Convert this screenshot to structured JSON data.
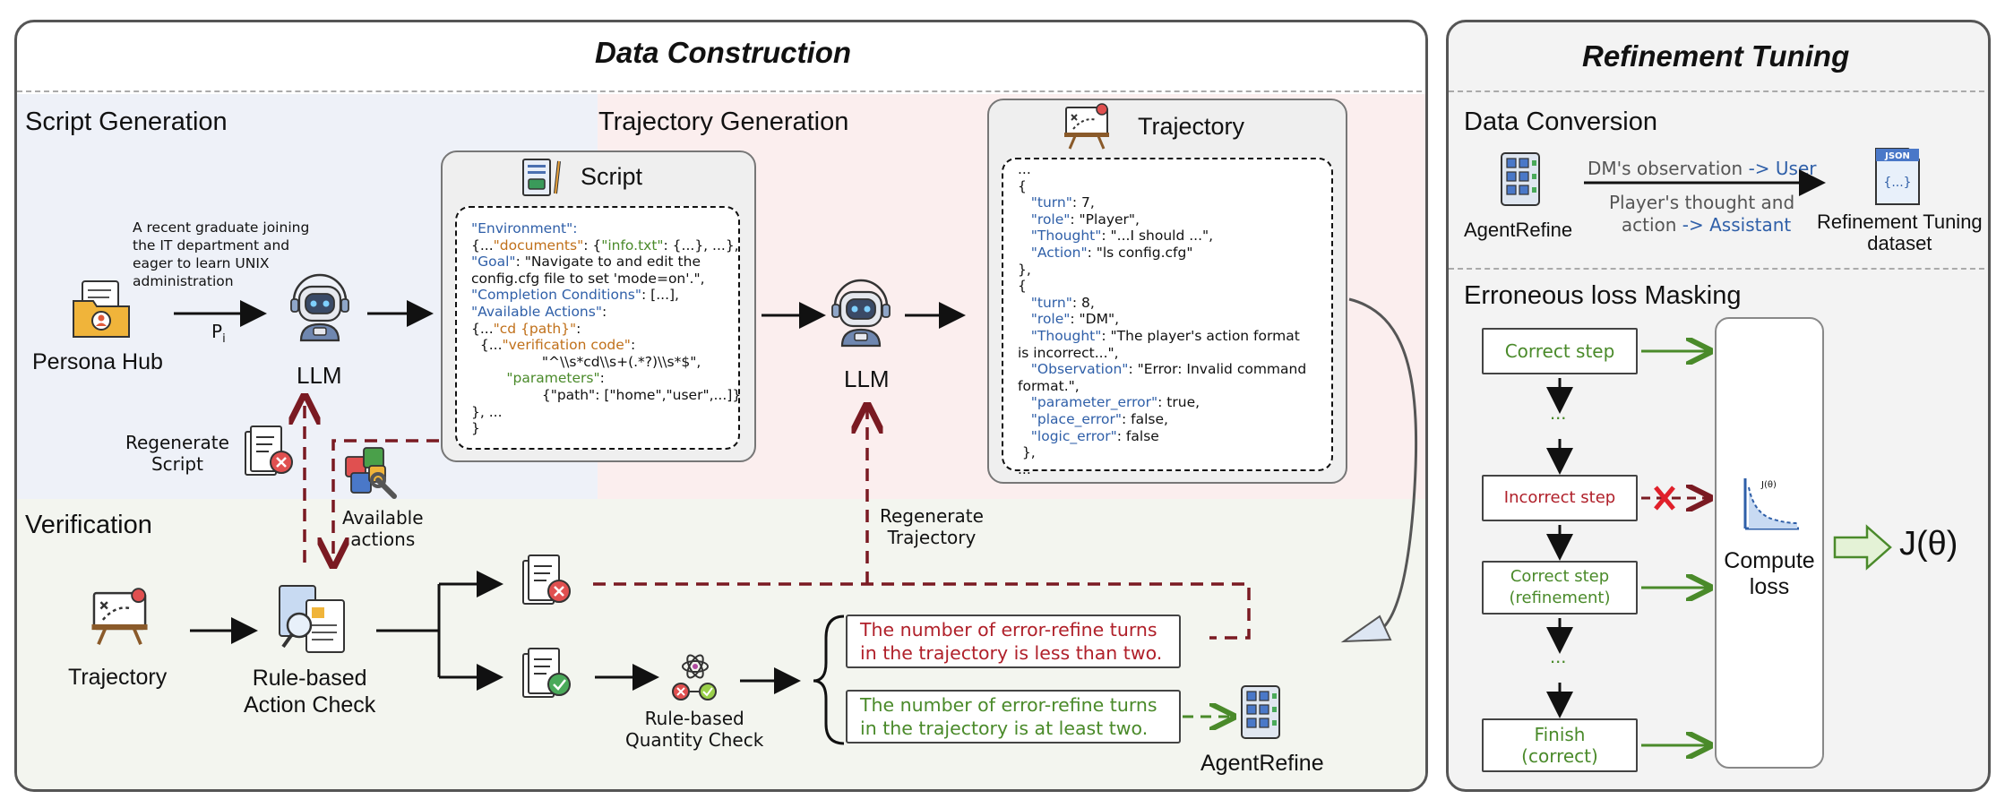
{
  "panels": {
    "data_construction": {
      "title": "Data Construction"
    },
    "refinement_tuning": {
      "title": "Refinement Tuning"
    }
  },
  "script_generation": {
    "title": "Script Generation",
    "persona_description": [
      "A recent graduate joining",
      "the IT department and",
      "eager to learn UNIX",
      "administration"
    ],
    "persona_label": "Persona Hub",
    "p_label": "P",
    "p_sub": "i",
    "llm_label": "LLM",
    "regenerate_script_label": [
      "Regenerate",
      "Script"
    ],
    "available_actions_label": [
      "Available",
      "actions"
    ]
  },
  "script_box": {
    "title": "Script",
    "lines": [
      [
        {
          "t": "\"Environment\":",
          "c": "k"
        }
      ],
      [
        {
          "t": "{...",
          "c": ""
        },
        {
          "t": "\"documents\"",
          "c": "o"
        },
        {
          "t": ": {",
          "c": ""
        },
        {
          "t": "\"info.txt\"",
          "c": "g"
        },
        {
          "t": ": {...}, ...},",
          "c": ""
        }
      ],
      [
        {
          "t": "\"Goal\"",
          "c": "k"
        },
        {
          "t": ": \"Navigate to and edit the",
          "c": ""
        }
      ],
      [
        {
          "t": "config.cfg file to set 'mode=on'.\",",
          "c": ""
        }
      ],
      [
        {
          "t": "\"Completion Conditions\"",
          "c": "k"
        },
        {
          "t": ": [...],",
          "c": ""
        }
      ],
      [
        {
          "t": "\"Available Actions\"",
          "c": "k"
        },
        {
          "t": ":",
          "c": ""
        }
      ],
      [
        {
          "t": "{...",
          "c": ""
        },
        {
          "t": "\"cd {path}\"",
          "c": "o"
        },
        {
          "t": ":",
          "c": ""
        }
      ],
      [
        {
          "t": "  {...",
          "c": ""
        },
        {
          "t": "\"verification code\"",
          "c": "o"
        },
        {
          "t": ":",
          "c": ""
        }
      ],
      [
        {
          "t": "                \"^\\\\s*cd\\\\s+(.*?)\\\\s*$\",",
          "c": ""
        }
      ],
      [
        {
          "t": "        ",
          "c": ""
        },
        {
          "t": "\"parameters\"",
          "c": "g"
        },
        {
          "t": ":",
          "c": ""
        }
      ],
      [
        {
          "t": "                {\"path\": [\"home\",\"user\",...]}",
          "c": ""
        }
      ],
      [
        {
          "t": "}, ...",
          "c": ""
        }
      ],
      [
        {
          "t": "}",
          "c": ""
        }
      ]
    ]
  },
  "trajectory_generation": {
    "title": "Trajectory Generation",
    "llm_label": "LLM",
    "regenerate_trajectory_label": [
      "Regenerate",
      "Trajectory"
    ]
  },
  "trajectory_box": {
    "title": "Trajectory",
    "lines": [
      [
        {
          "t": "...",
          "c": ""
        }
      ],
      [
        {
          "t": "{",
          "c": ""
        }
      ],
      [
        {
          "t": "   ",
          "c": ""
        },
        {
          "t": "\"turn\"",
          "c": "k"
        },
        {
          "t": ": 7,",
          "c": ""
        }
      ],
      [
        {
          "t": "   ",
          "c": ""
        },
        {
          "t": "\"role\"",
          "c": "k"
        },
        {
          "t": ": \"Player\",",
          "c": ""
        }
      ],
      [
        {
          "t": "   ",
          "c": ""
        },
        {
          "t": "\"Thought\"",
          "c": "k"
        },
        {
          "t": ": \"...I should ...\",",
          "c": ""
        }
      ],
      [
        {
          "t": "   ",
          "c": ""
        },
        {
          "t": "\"Action\"",
          "c": "k"
        },
        {
          "t": ": \"ls config.cfg\"",
          "c": ""
        }
      ],
      [
        {
          "t": "},",
          "c": ""
        }
      ],
      [
        {
          "t": "{",
          "c": ""
        }
      ],
      [
        {
          "t": "   ",
          "c": ""
        },
        {
          "t": "\"turn\"",
          "c": "k"
        },
        {
          "t": ": 8,",
          "c": ""
        }
      ],
      [
        {
          "t": "   ",
          "c": ""
        },
        {
          "t": "\"role\"",
          "c": "k"
        },
        {
          "t": ": \"DM\",",
          "c": ""
        }
      ],
      [
        {
          "t": "   ",
          "c": ""
        },
        {
          "t": "\"Thought\"",
          "c": "k"
        },
        {
          "t": ": \"The player's action format",
          "c": ""
        }
      ],
      [
        {
          "t": "is incorrect...\",",
          "c": ""
        }
      ],
      [
        {
          "t": "   ",
          "c": ""
        },
        {
          "t": "\"Observation\"",
          "c": "k"
        },
        {
          "t": ": \"Error: Invalid command",
          "c": ""
        }
      ],
      [
        {
          "t": "format.\",",
          "c": ""
        }
      ],
      [
        {
          "t": "   ",
          "c": ""
        },
        {
          "t": "\"parameter_error\"",
          "c": "k"
        },
        {
          "t": ": true,",
          "c": ""
        }
      ],
      [
        {
          "t": "   ",
          "c": ""
        },
        {
          "t": "\"place_error\"",
          "c": "k"
        },
        {
          "t": ": false,",
          "c": ""
        }
      ],
      [
        {
          "t": "   ",
          "c": ""
        },
        {
          "t": "\"logic_error\"",
          "c": "k"
        },
        {
          "t": ": false",
          "c": ""
        }
      ],
      [
        {
          "t": " },",
          "c": ""
        }
      ],
      [
        {
          "t": "...",
          "c": ""
        }
      ]
    ]
  },
  "verification": {
    "title": "Verification",
    "trajectory_label": "Trajectory",
    "action_check_label": [
      "Rule-based",
      "Action Check"
    ],
    "quantity_check_label": [
      "Rule-based",
      "Quantity Check"
    ],
    "fail_text": [
      "The number of error-refine turns",
      "in the trajectory is less than two."
    ],
    "pass_text": [
      "The number of error-refine turns",
      "in the trajectory is at least two."
    ],
    "agentrefine_label": "AgentRefine"
  },
  "data_conversion": {
    "title": "Data Conversion",
    "agentrefine_label": "AgentRefine",
    "line1_a": "DM's observation ",
    "line1_b": "-> User",
    "line2": "Player's thought and",
    "line3_a": "action ",
    "line3_b": "-> Assistant",
    "json_badge": "JSON",
    "json_body": "{...}",
    "dataset_label": [
      "Refinement Tuning",
      "dataset"
    ]
  },
  "loss_masking": {
    "title": "Erroneous loss Masking",
    "steps": [
      {
        "label": [
          "Correct step"
        ],
        "color": "#4a8a2a"
      },
      {
        "label": [
          "Incorrect step"
        ],
        "color": "#b0202a"
      },
      {
        "label": [
          "Correct step",
          "(refinement)"
        ],
        "color": "#4a8a2a"
      },
      {
        "label": [
          "Finish",
          "(correct)"
        ],
        "color": "#4a8a2a"
      }
    ],
    "ellipsis": "...",
    "compute_label": [
      "Compute",
      "loss"
    ],
    "chart_label": "J(θ)",
    "objective": "J(θ)"
  },
  "colors": {
    "green": "#4a8a2a",
    "red": "#b0202a",
    "dark_red": "#7a1a22",
    "blue": "#2f5fa8",
    "panel_bg": "#f3f3f3"
  }
}
